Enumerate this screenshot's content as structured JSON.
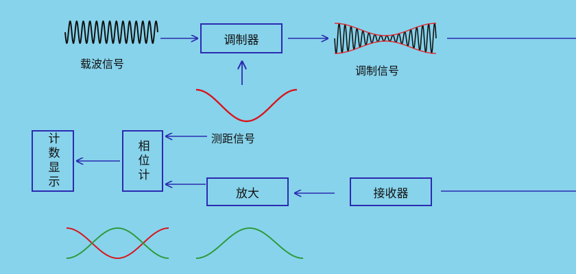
{
  "labels": {
    "carrier_wave": "载波信号",
    "modulated_signal": "调制信号",
    "ranging_signal": "测距信号"
  },
  "blocks": {
    "modulator": "调制器",
    "counter_display": "计数显示",
    "phase_meter": "相位计",
    "amplifier": "放大",
    "receiver": "接收器"
  },
  "colors": {
    "background": "#87d3eb",
    "block_border": "#2a2ab0",
    "arrow": "#2a2ab0",
    "carrier_wave": "#111111",
    "envelope": "#e0262b",
    "ranging_wave": "#d8141c",
    "reference_wave": "#2e9a3c"
  }
}
